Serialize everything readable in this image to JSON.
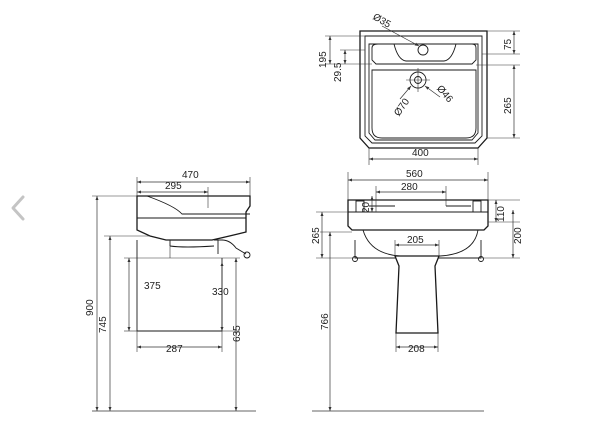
{
  "nav": {
    "prev_icon": "chevron-left-icon",
    "icon_color": "#c4c4c4"
  },
  "plan": {
    "d_tap": "Ø35",
    "d_bowl": "Ø70",
    "d_waste": "Ø46",
    "w_bowl": "400",
    "h_top": "195",
    "h_rim": "29.5",
    "h_right_top": "75",
    "h_right": "265"
  },
  "side": {
    "w_total": "470",
    "w_basin": "295",
    "h_total": "900",
    "h_rim": "745",
    "h_ped": "375",
    "h_trap": "330",
    "h_floor": "635",
    "w_ped": "287"
  },
  "front": {
    "w_total": "560",
    "w_inner": "280",
    "t_rim": "20",
    "h_left": "265",
    "h_basin": "110",
    "h_right": "200",
    "w_bowl": "205",
    "h_floor": "766",
    "w_ped": "208"
  }
}
